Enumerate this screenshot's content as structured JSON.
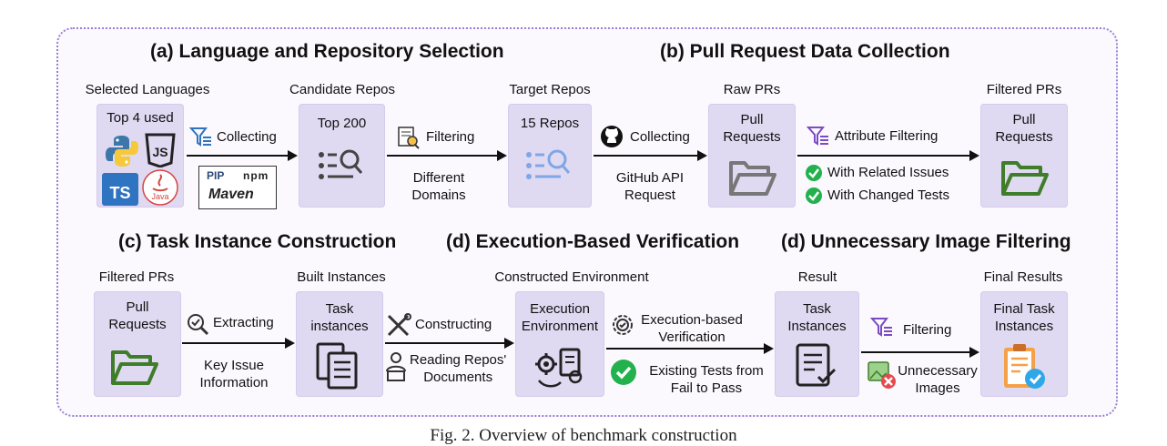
{
  "caption": "Fig. 2. Overview of benchmark construction",
  "sections": {
    "a": "(a) Language and Repository Selection",
    "b": "(b) Pull Request Data Collection",
    "c": "(c) Task Instance Construction",
    "d": "(d) Execution-Based Verification",
    "e": "(d) Unnecessary Image Filtering"
  },
  "row1": {
    "selected_languages": "Selected Languages",
    "top4": "Top 4 used",
    "lang_icons": [
      "python-icon",
      "js-icon",
      "ts-icon",
      "java-icon"
    ],
    "collecting1": "Collecting",
    "pkg_labels": {
      "pip": "PIP",
      "npm": "npm",
      "maven": "Maven"
    },
    "candidate_repos": "Candidate Repos",
    "top200": "Top 200",
    "filtering": "Filtering",
    "different_domains": [
      "Different",
      "Domains"
    ],
    "target_repos": "Target Repos",
    "repos15": "15 Repos",
    "collecting2": "Collecting",
    "github_api": [
      "GitHub API",
      "Request"
    ],
    "raw_prs": "Raw PRs",
    "pull_requests": [
      "Pull",
      "Requests"
    ],
    "attribute_filtering": "Attribute Filtering",
    "with_related": "With Related Issues",
    "with_changed": "With Changed Tests",
    "filtered_prs": "Filtered PRs",
    "pull_requests2": [
      "Pull",
      "Requests"
    ]
  },
  "row2": {
    "filtered_prs": "Filtered PRs",
    "pull_requests": [
      "Pull",
      "Requests"
    ],
    "extracting": "Extracting",
    "key_issue": [
      "Key Issue",
      "Information"
    ],
    "built_instances": "Built Instances",
    "task_instances": [
      "Task",
      "instances"
    ],
    "constructing": "Constructing",
    "reading": [
      "Reading Repos'",
      "Documents"
    ],
    "constructed_env": "Constructed Environment",
    "exec_env": [
      "Execution",
      "Environment"
    ],
    "exec_verif": [
      "Execution-based",
      "Verification"
    ],
    "existing_tests": [
      "Existing Tests from",
      "Fail to Pass"
    ],
    "result": "Result",
    "task_instances2": [
      "Task",
      "Instances"
    ],
    "filtering": "Filtering",
    "unnecessary": [
      "Unnecessary",
      "Images"
    ],
    "final_results": "Final Results",
    "final_task": [
      "Final Task",
      "Instances"
    ]
  },
  "colors": {
    "box": "#e0d9f2",
    "border": "#9a7fd6",
    "folder": "#3f7d2a",
    "check": "#22b14c",
    "filter": "#7b4bc4",
    "repo_icon": "#7fa6e6"
  }
}
